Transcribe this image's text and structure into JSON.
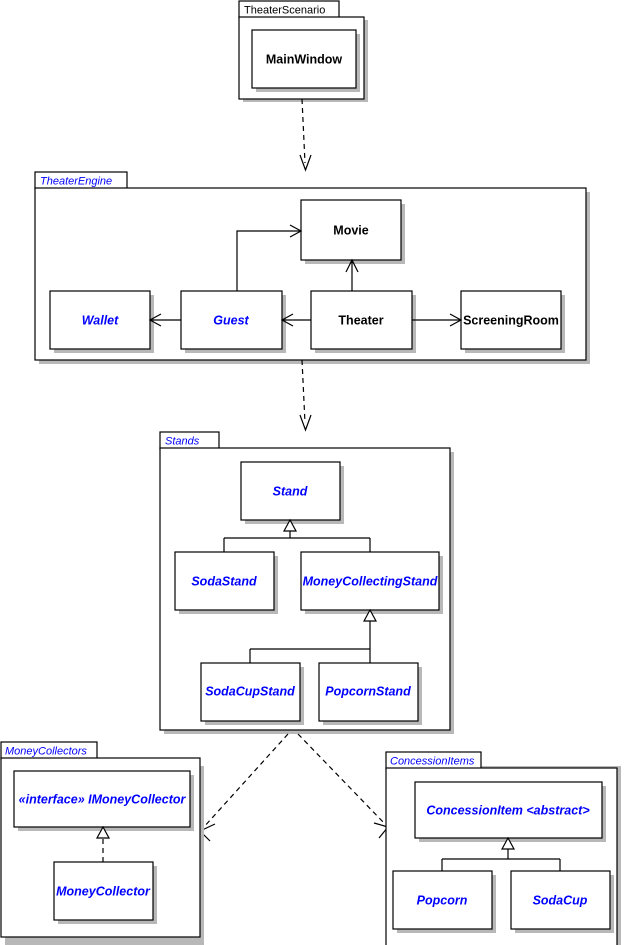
{
  "diagram": {
    "title": "Theater Scenario UML Package Diagram",
    "colors": {
      "class_name": "#0000ff",
      "concrete_name": "#000000",
      "line": "#000000",
      "shadow": "#b8b8b8",
      "background": "#ffffff"
    }
  },
  "packages": [
    {
      "id": "theater-scenario",
      "name": "TheaterScenario",
      "name_style": "plain",
      "classes": [
        {
          "id": "mainwindow",
          "name": "MainWindow",
          "style": "concrete"
        }
      ]
    },
    {
      "id": "theater-engine",
      "name": "TheaterEngine",
      "name_style": "italic-blue",
      "classes": [
        {
          "id": "movie",
          "name": "Movie",
          "style": "concrete"
        },
        {
          "id": "wallet",
          "name": "Wallet",
          "style": "abstract"
        },
        {
          "id": "guest",
          "name": "Guest",
          "style": "abstract"
        },
        {
          "id": "theater",
          "name": "Theater",
          "style": "concrete"
        },
        {
          "id": "screeningroom",
          "name": "ScreeningRoom",
          "style": "concrete"
        }
      ]
    },
    {
      "id": "stands",
      "name": "Stands",
      "name_style": "italic-blue",
      "classes": [
        {
          "id": "stand",
          "name": "Stand",
          "style": "abstract"
        },
        {
          "id": "sodastand",
          "name": "SodaStand",
          "style": "abstract"
        },
        {
          "id": "moneycollectingstand",
          "name": "MoneyCollectingStand",
          "style": "abstract"
        },
        {
          "id": "sodacupstand",
          "name": "SodaCupStand",
          "style": "abstract"
        },
        {
          "id": "popcornstand",
          "name": "PopcornStand",
          "style": "abstract"
        }
      ]
    },
    {
      "id": "money-collectors",
      "name": "MoneyCollectors",
      "name_style": "italic-blue",
      "classes": [
        {
          "id": "imoneycollector",
          "name": "«interface» IMoneyCollector",
          "style": "abstract"
        },
        {
          "id": "moneycollector",
          "name": "MoneyCollector",
          "style": "abstract"
        }
      ]
    },
    {
      "id": "concession-items",
      "name": "ConcessionItems",
      "name_style": "italic-blue",
      "classes": [
        {
          "id": "concessionitem",
          "name": "ConcessionItem <abstract>",
          "style": "abstract"
        },
        {
          "id": "popcorn",
          "name": "Popcorn",
          "style": "abstract"
        },
        {
          "id": "sodacup",
          "name": "SodaCup",
          "style": "abstract"
        }
      ]
    }
  ],
  "relationships": [
    {
      "from": "theater-scenario",
      "to": "theater-engine",
      "type": "dependency"
    },
    {
      "from": "theater-engine",
      "to": "stands",
      "type": "dependency"
    },
    {
      "from": "stands",
      "to": "money-collectors",
      "type": "dependency"
    },
    {
      "from": "stands",
      "to": "concession-items",
      "type": "dependency"
    },
    {
      "from": "guest",
      "to": "movie",
      "type": "association"
    },
    {
      "from": "guest",
      "to": "wallet",
      "type": "association"
    },
    {
      "from": "theater",
      "to": "guest",
      "type": "association"
    },
    {
      "from": "theater",
      "to": "movie",
      "type": "association"
    },
    {
      "from": "theater",
      "to": "screeningroom",
      "type": "association"
    },
    {
      "from": "sodastand",
      "to": "stand",
      "type": "generalization"
    },
    {
      "from": "moneycollectingstand",
      "to": "stand",
      "type": "generalization"
    },
    {
      "from": "sodacupstand",
      "to": "moneycollectingstand",
      "type": "generalization"
    },
    {
      "from": "popcornstand",
      "to": "moneycollectingstand",
      "type": "generalization"
    },
    {
      "from": "moneycollector",
      "to": "imoneycollector",
      "type": "realization"
    },
    {
      "from": "popcorn",
      "to": "concessionitem",
      "type": "generalization"
    },
    {
      "from": "sodacup",
      "to": "concessionitem",
      "type": "generalization"
    }
  ]
}
